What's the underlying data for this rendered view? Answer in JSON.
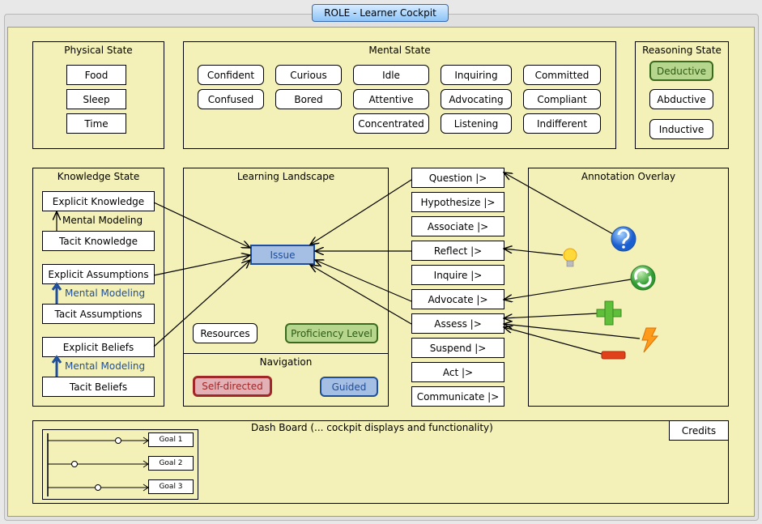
{
  "window": {
    "title": "ROLE - Learner Cockpit"
  },
  "physical": {
    "title": "Physical State",
    "items": [
      "Food",
      "Sleep",
      "Time"
    ]
  },
  "mental": {
    "title": "Mental State",
    "rows": [
      [
        "Confident",
        "Curious",
        "Idle",
        "Inquiring",
        "Committed"
      ],
      [
        "Confused",
        "Bored",
        "Attentive",
        "Advocating",
        "Compliant"
      ],
      [
        "Concentrated",
        "Listening",
        "Indifferent"
      ]
    ]
  },
  "reasoning": {
    "title": "Reasoning State",
    "items": [
      "Deductive",
      "Abductive",
      "Inductive"
    ],
    "selected": "Deductive"
  },
  "knowledge": {
    "title": "Knowledge State",
    "items": [
      "Explicit Knowledge",
      "Tacit Knowledge",
      "Explicit Assumptions",
      "Tacit Assumptions",
      "Explicit Beliefs",
      "Tacit Beliefs"
    ],
    "modeling": [
      "Mental Modeling",
      "Mental Modeling",
      "Mental Modeling"
    ]
  },
  "landscape": {
    "title": "Learning Landscape",
    "issue": "Issue",
    "resources": "Resources",
    "proficiency": "Proficiency Level"
  },
  "navigation": {
    "title": "Navigation",
    "self_directed": "Self-directed",
    "guided": "Guided"
  },
  "actions": [
    "Question |>",
    "Hypothesize |>",
    "Associate |>",
    "Reflect |>",
    "Inquire |>",
    "Advocate |>",
    "Assess |>",
    "Suspend |>",
    "Act |>",
    "Communicate |>"
  ],
  "annotation": {
    "title": "Annotation Overlay",
    "icons": [
      "question-icon",
      "lightbulb-icon",
      "refresh-icon",
      "plus-icon",
      "lightning-icon",
      "minus-icon"
    ]
  },
  "dashboard": {
    "text": "Dash Board (... cockpit displays and functionality)",
    "credits": "Credits"
  },
  "goals": [
    "Goal 1",
    "Goal 2",
    "Goal 3"
  ],
  "colors": {
    "background": "#f3f1b7",
    "green": "#b5d68c",
    "blue": "#a5bee4",
    "red": "#e3b1b5"
  }
}
